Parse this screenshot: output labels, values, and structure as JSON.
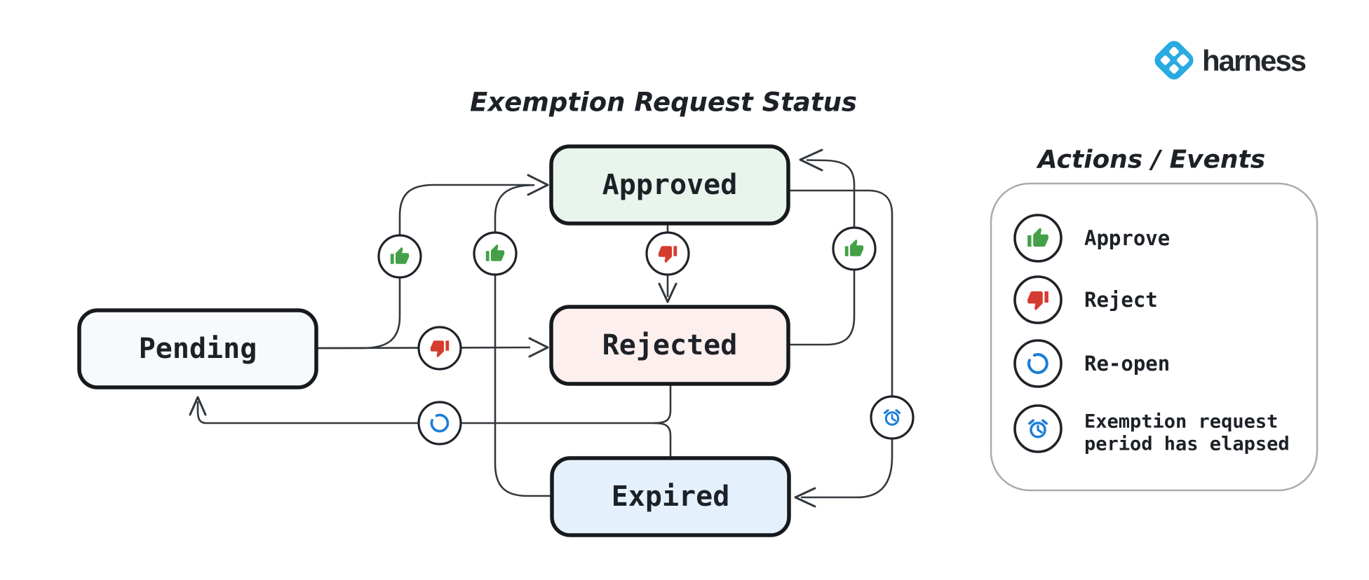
{
  "brand": {
    "name": "harness",
    "logo_blue": "#29abe2"
  },
  "diagram": {
    "title": "Exemption Request Status",
    "states": {
      "pending": {
        "label": "Pending",
        "fill": "#f7f9fa"
      },
      "approved": {
        "label": "Approved",
        "fill": "#e8f4ec"
      },
      "rejected": {
        "label": "Rejected",
        "fill": "#fdefee"
      },
      "expired": {
        "label": "Expired",
        "fill": "#e4f1fc"
      }
    },
    "transitions": [
      {
        "from": "Pending",
        "to": "Approved",
        "action": "Approve"
      },
      {
        "from": "Pending",
        "to": "Rejected",
        "action": "Reject"
      },
      {
        "from": "Approved",
        "to": "Rejected",
        "action": "Reject"
      },
      {
        "from": "Rejected",
        "to": "Approved",
        "action": "Approve"
      },
      {
        "from": "Expired",
        "to": "Approved",
        "action": "Approve"
      },
      {
        "from": "Approved",
        "to": "Expired",
        "action": "Exemption request period has elapsed"
      },
      {
        "from": "Rejected",
        "to": "Pending",
        "action": "Re-open"
      },
      {
        "from": "Expired",
        "to": "Pending",
        "action": "Re-open"
      }
    ]
  },
  "legend": {
    "title": "Actions / Events",
    "items": [
      {
        "icon": "thumbs-up-icon",
        "label": "Approve"
      },
      {
        "icon": "thumbs-down-icon",
        "label": "Reject"
      },
      {
        "icon": "rotate-ccw-icon",
        "label": "Re-open"
      },
      {
        "icon": "alarm-clock-icon",
        "label": "Exemption request",
        "label2": "period has elapsed"
      }
    ]
  },
  "colors": {
    "approve_green": "#43a047",
    "reject_red": "#d63b2f",
    "event_blue": "#1c7ed6"
  }
}
